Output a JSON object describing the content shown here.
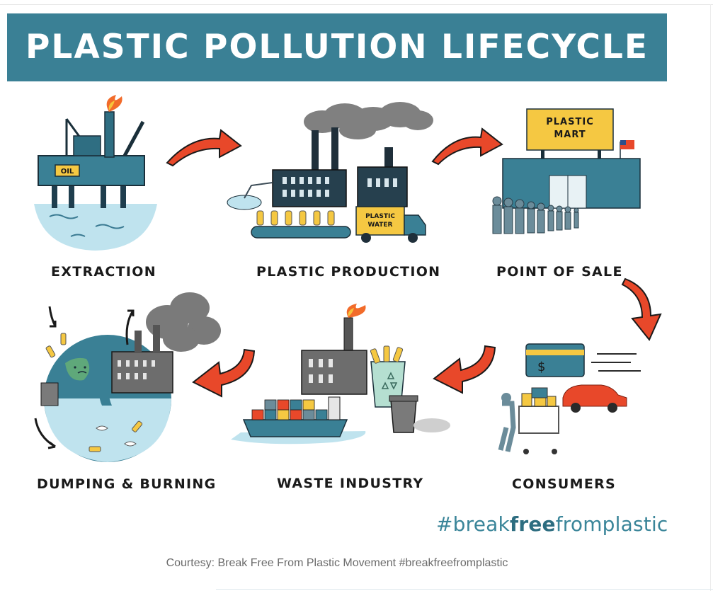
{
  "banner": {
    "title": "PLASTIC POLLUTION LIFECYCLE",
    "color": "#3a8095"
  },
  "stages": {
    "extraction": {
      "label": "EXTRACTION",
      "sign": "OIL"
    },
    "production": {
      "label": "PLASTIC PRODUCTION",
      "truck_line1": "PLASTIC",
      "truck_line2": "WATER"
    },
    "point_of_sale": {
      "label": "POINT OF SALE",
      "store_line1": "PLASTIC",
      "store_line2": "MART"
    },
    "consumers": {
      "label": "CONSUMERS",
      "card_symbol": "$"
    },
    "waste": {
      "label": "WASTE INDUSTRY"
    },
    "dumping": {
      "label": "DUMPING & BURNING"
    }
  },
  "hashtag": {
    "part1": "#break",
    "part2": "free",
    "part3": "fromplastic"
  },
  "caption": "Courtesy: Break Free From Plastic Movement #breakfreefromplastic",
  "colors": {
    "teal": "#3a8095",
    "arrow": "#e8482a",
    "water": "#bfe3ee",
    "smoke": "#7a7a7a",
    "sign_yellow": "#f5c842"
  }
}
